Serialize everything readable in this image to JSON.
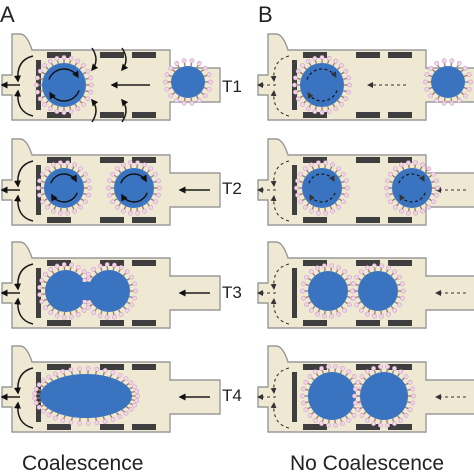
{
  "panels": [
    {
      "letter": "A",
      "caption": "Coalescence"
    },
    {
      "letter": "B",
      "caption": "No Coalescence"
    }
  ],
  "time_labels": [
    "T1",
    "T2",
    "T3",
    "T4"
  ],
  "colors": {
    "chamber": "#efe9d3",
    "pillar": "#3e3e3e",
    "droplet": "#3a73c0",
    "surfactant": "#f4d2e8"
  }
}
